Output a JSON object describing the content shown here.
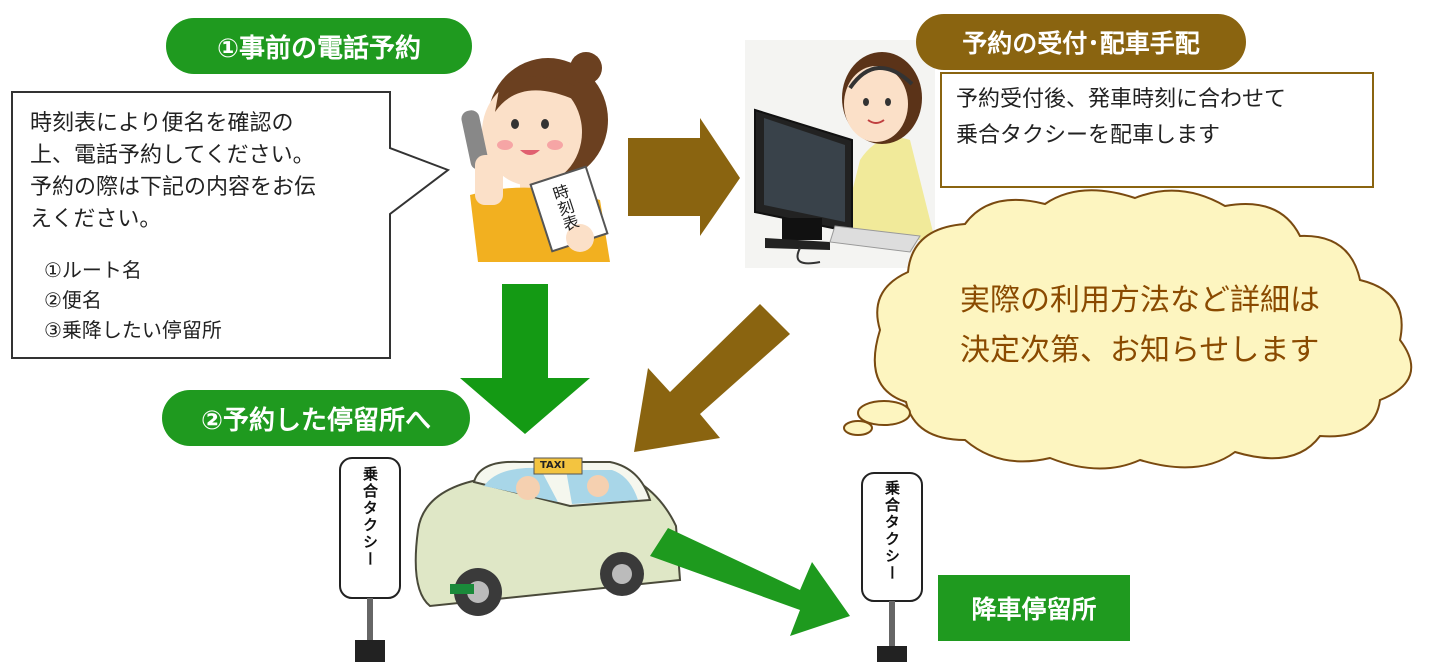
{
  "step1": {
    "label": "①事前の電話予約"
  },
  "step2": {
    "label": "②予約した停留所へ"
  },
  "reception": {
    "label": "予約の受付･配車手配"
  },
  "speech": {
    "lines": [
      "時刻表により便名を確認の",
      "上、電話予約してください。",
      "予約の際は下記の内容をお伝",
      "えください。"
    ],
    "items": [
      "①ルート名",
      "②便名",
      "③乗降したい停留所"
    ]
  },
  "timetable_text": "時刻表",
  "reception_note": {
    "lines": [
      "予約受付後、発車時刻に合わせて",
      "乗合タクシーを配車します"
    ]
  },
  "cloud": {
    "lines": [
      "実際の利用方法など詳細は",
      "決定次第、お知らせします"
    ]
  },
  "stop_sign": {
    "text": "乗合タクシー"
  },
  "taxi_sign": "TAXI",
  "destination": {
    "label": "降車停留所"
  },
  "colors": {
    "green": "#1f9a1f",
    "brown": "#8a6410",
    "cloud_fill": "#fdf5c0",
    "cloud_text": "#8a4a00"
  }
}
